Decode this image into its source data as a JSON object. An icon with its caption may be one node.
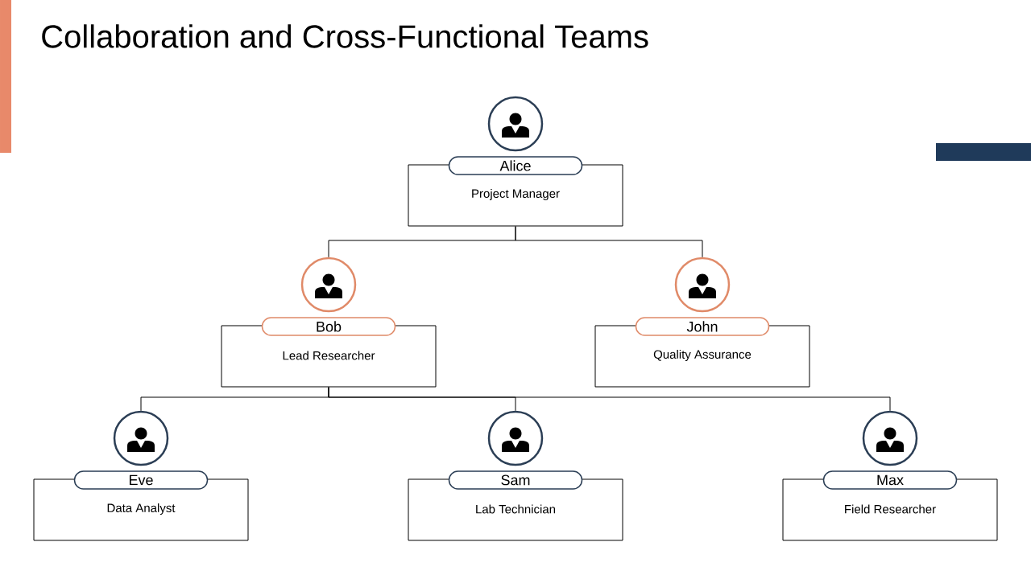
{
  "diagram": {
    "title": "Collaboration and Cross-Functional Teams",
    "nodes": [
      {
        "text": [],
        "shape": "person"
      },
      {
        "text": [
          "Alice",
          "Project Manager"
        ]
      },
      {
        "text": [],
        "shape": "person"
      },
      {
        "text": [
          "Bob",
          "Lead Researcher"
        ]
      },
      {
        "text": [],
        "shape": "person"
      },
      {
        "text": [
          "John",
          "Quality Assurance"
        ]
      },
      {
        "text": [],
        "shape": "person"
      },
      {
        "text": [
          "Eve",
          "Data Analyst"
        ]
      },
      {
        "text": [],
        "shape": "person"
      },
      {
        "text": [
          "Sam",
          "Lab Technician"
        ]
      },
      {
        "text": [],
        "shape": "person"
      },
      {
        "text": [
          "Max",
          "Field Researcher"
        ]
      }
    ],
    "edges": [
      {
        "from": 1,
        "to": 2,
        "arrow": "none"
      },
      {
        "from": 1,
        "to": 4,
        "arrow": "none"
      },
      {
        "from": 3,
        "to": 6,
        "arrow": "none"
      },
      {
        "from": 3,
        "to": 8,
        "arrow": "none"
      },
      {
        "from": 3,
        "to": 10,
        "arrow": "none"
      }
    ]
  }
}
